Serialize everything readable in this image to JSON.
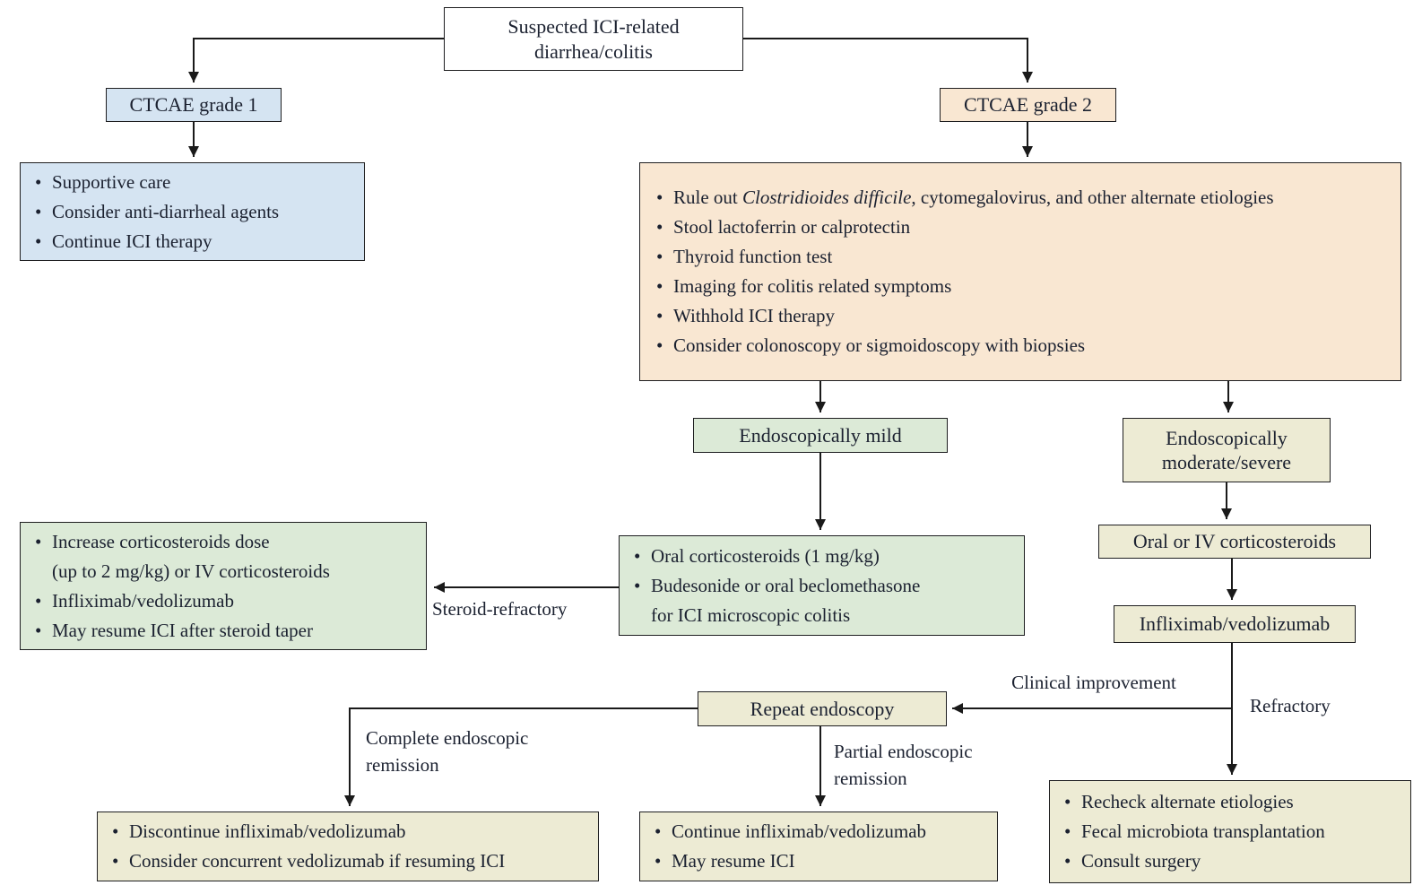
{
  "colors": {
    "blue": "#d5e4f2",
    "tan": "#f9e7d2",
    "green": "#dcead7",
    "khaki": "#edebd4",
    "white": "#ffffff"
  },
  "nodes": {
    "suspected": {
      "label": "Suspected ICI-related\ndiarrhea/colitis"
    },
    "grade1": {
      "label": "CTCAE grade 1"
    },
    "grade1_actions": {
      "items": [
        "Supportive care",
        "Consider anti-diarrheal agents",
        "Continue ICI therapy"
      ]
    },
    "grade2": {
      "label": "CTCAE grade 2"
    },
    "grade2_workup": {
      "rule_out": {
        "prefix": "Rule out ",
        "italic": "Clostridioides difficile",
        "suffix": ", cytomegalovirus, and other alternate etiologies"
      },
      "items": [
        "Stool lactoferrin or calprotectin",
        "Thyroid function test",
        "Imaging for colitis related symptoms",
        "Withhold ICI therapy",
        "Consider colonoscopy or sigmoidoscopy with biopsies"
      ]
    },
    "endo_mild": {
      "label": "Endoscopically mild"
    },
    "endo_moderate_severe": {
      "label": "Endoscopically\nmoderate/severe"
    },
    "mild_treatment": {
      "items": [
        "Oral corticosteroids (1 mg/kg)",
        "Budesonide or oral beclomethasone\nfor ICI microscopic colitis"
      ]
    },
    "steroid_refractory_treatment": {
      "items": [
        "Increase corticosteroids dose\n(up to 2 mg/kg) or IV corticosteroids",
        "Infliximab/vedolizumab",
        "May resume ICI after steroid taper"
      ]
    },
    "oral_iv_steroids": {
      "label": "Oral or IV corticosteroids"
    },
    "infliximab_vedolizumab": {
      "label": "Infliximab/vedolizumab"
    },
    "repeat_endoscopy": {
      "label": "Repeat endoscopy"
    },
    "complete_remission_actions": {
      "items": [
        "Discontinue infliximab/vedolizumab",
        "Consider concurrent vedolizumab if resuming ICI"
      ]
    },
    "partial_remission_actions": {
      "items": [
        "Continue infliximab/vedolizumab",
        "May resume ICI"
      ]
    },
    "refractory_actions": {
      "items": [
        "Recheck alternate etiologies",
        "Fecal microbiota transplantation",
        "Consult surgery"
      ]
    }
  },
  "edge_labels": {
    "steroid_refractory": "Steroid-refractory",
    "clinical_improvement": "Clinical improvement",
    "refractory": "Refractory",
    "complete_endoscopic_remission": "Complete endoscopic\nremission",
    "partial_endoscopic_remission": "Partial endoscopic\nremission"
  }
}
